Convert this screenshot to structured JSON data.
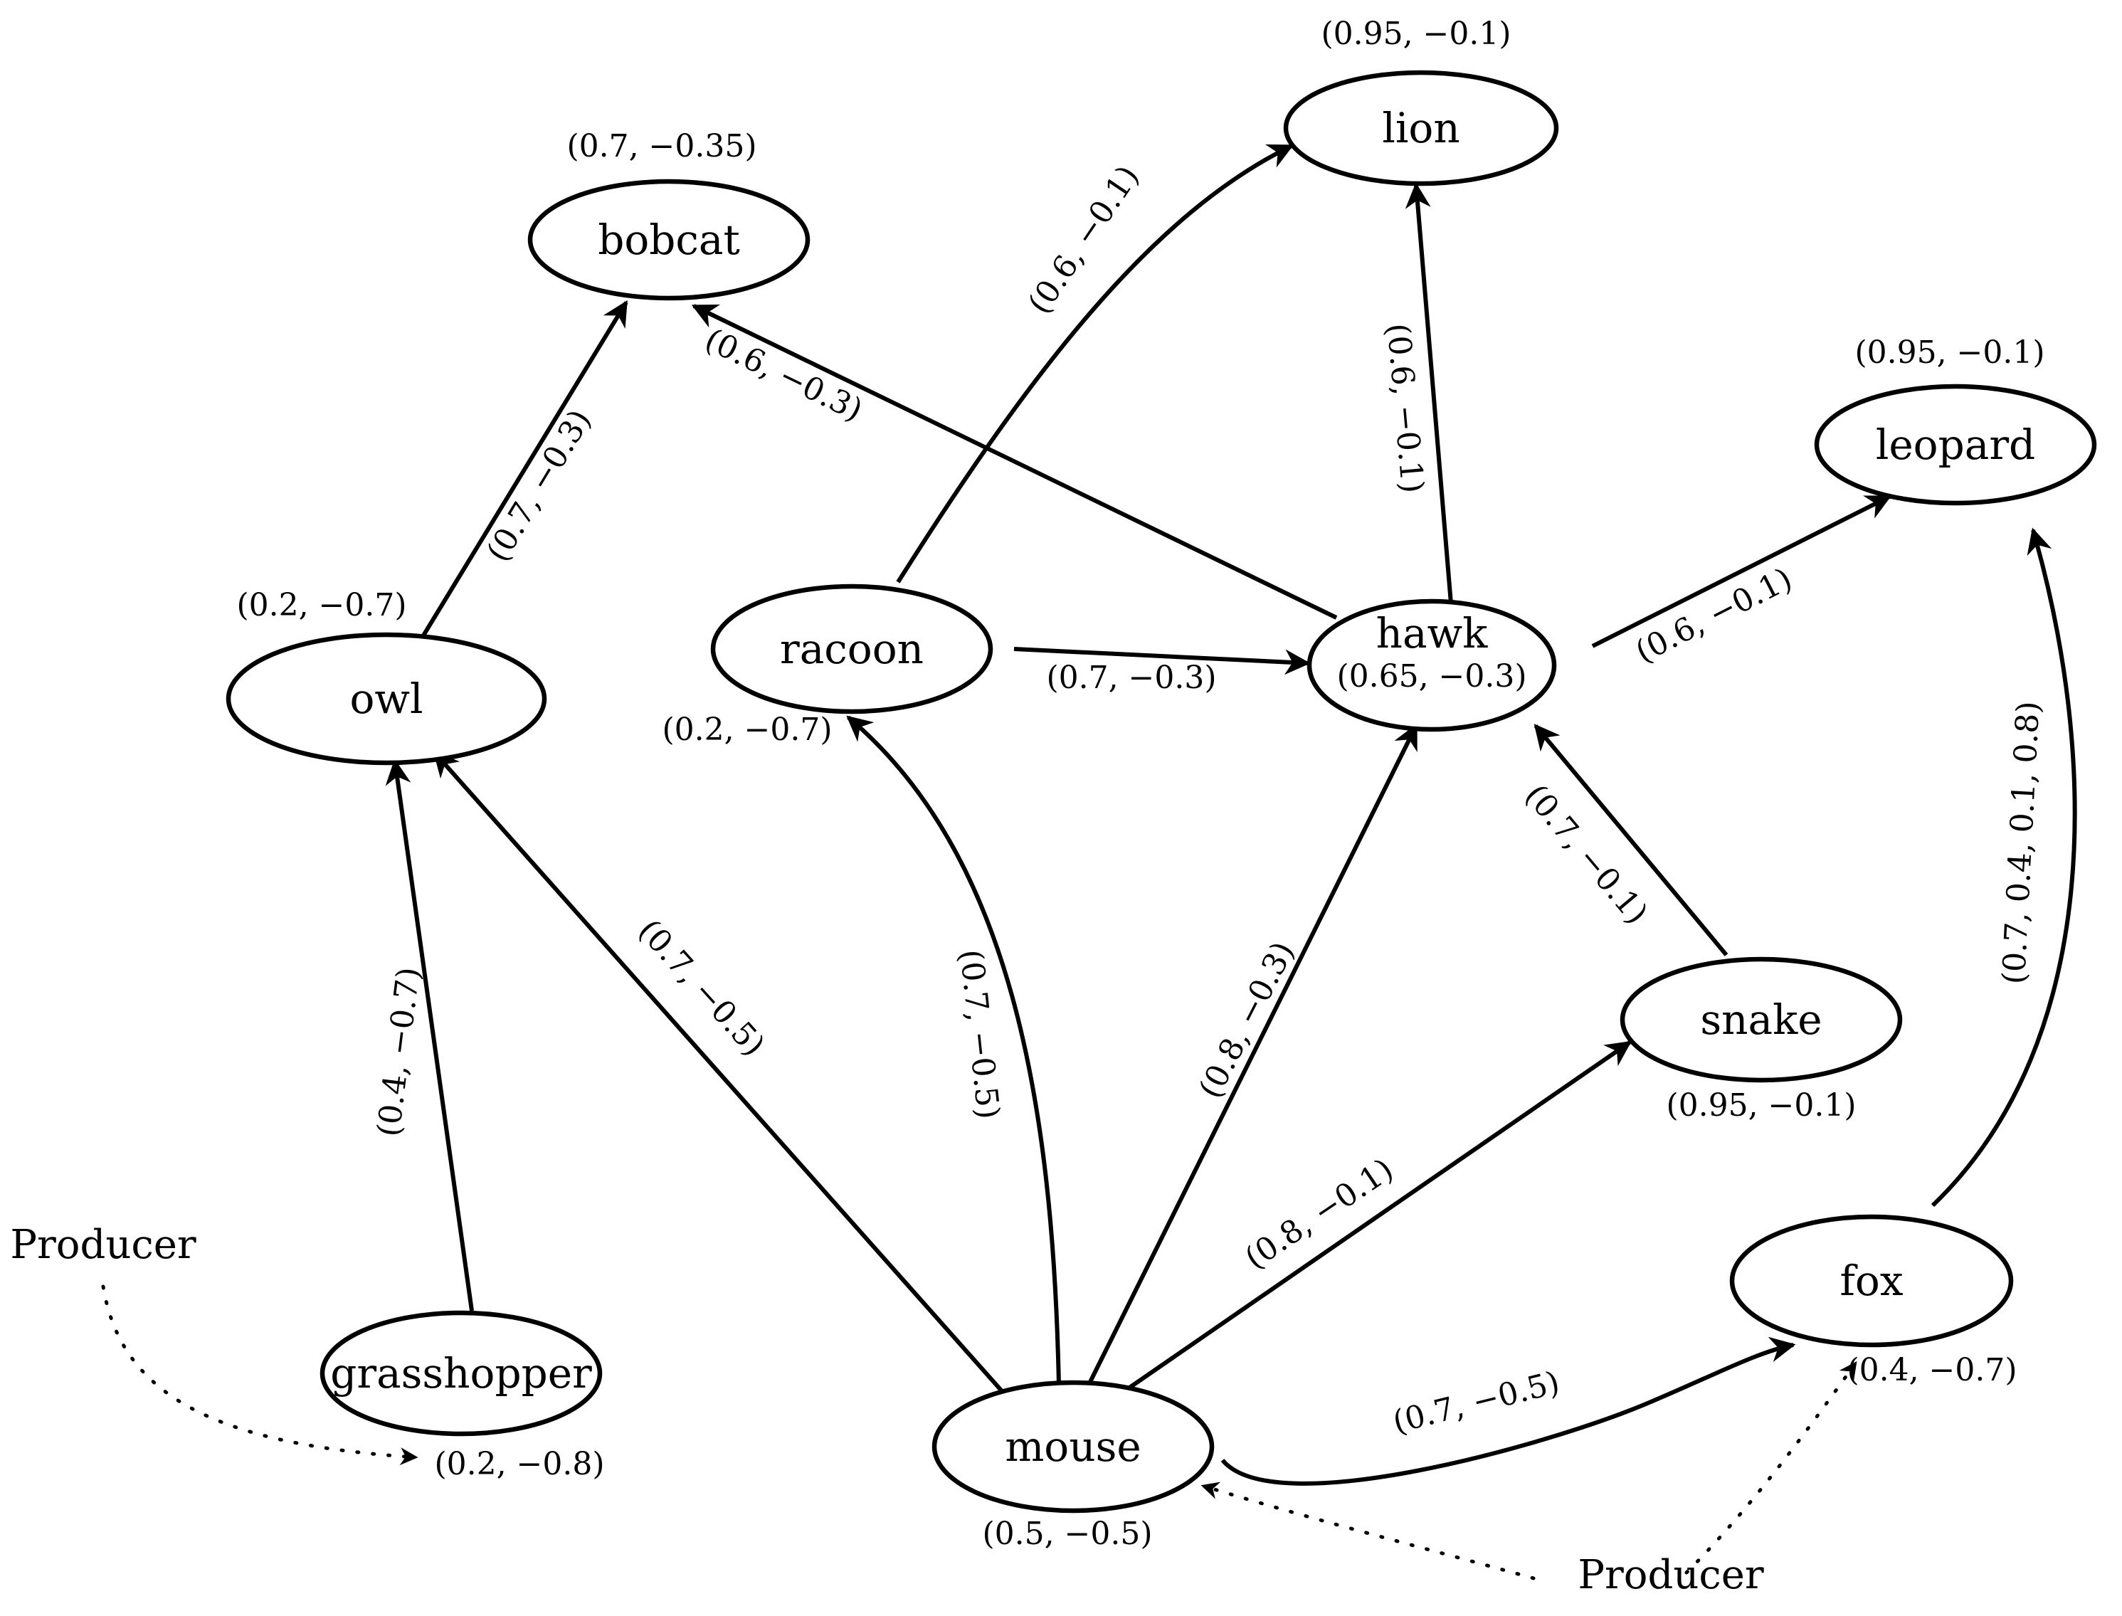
{
  "nodes": [
    {
      "id": "lion",
      "label": "lion",
      "value": "(0.95, −0.1)"
    },
    {
      "id": "bobcat",
      "label": "bobcat",
      "value": "(0.7, −0.35)"
    },
    {
      "id": "leopard",
      "label": "leopard",
      "value": "(0.95, −0.1)"
    },
    {
      "id": "owl",
      "label": "owl",
      "value": "(0.2, −0.7)"
    },
    {
      "id": "racoon",
      "label": "racoon",
      "value": "(0.2, −0.7)"
    },
    {
      "id": "hawk",
      "label": "hawk",
      "value": "(0.65, −0.3)"
    },
    {
      "id": "snake",
      "label": "snake",
      "value": "(0.95, −0.1)"
    },
    {
      "id": "fox",
      "label": "fox",
      "value": "(0.4, −0.7)"
    },
    {
      "id": "grasshopper",
      "label": "grasshopper",
      "value": "(0.2, −0.8)"
    },
    {
      "id": "mouse",
      "label": "mouse",
      "value": "(0.5, −0.5)"
    }
  ],
  "edges": [
    {
      "from": "racoon",
      "to": "lion",
      "label": "(0.6, −0.1)"
    },
    {
      "from": "hawk",
      "to": "lion",
      "label": "(0.6, −0.1)"
    },
    {
      "from": "hawk",
      "to": "bobcat",
      "label": "(0.6, −0.3)"
    },
    {
      "from": "owl",
      "to": "bobcat",
      "label": "(0.7, −0.3)"
    },
    {
      "from": "hawk",
      "to": "leopard",
      "label": "(0.6, −0.1)"
    },
    {
      "from": "racoon",
      "to": "hawk",
      "label": "(0.7, −0.3)"
    },
    {
      "from": "snake",
      "to": "hawk",
      "label": "(0.7, −0.1)"
    },
    {
      "from": "fox",
      "to": "leopard",
      "label": "(0.7, 0.4, 0.1, 0.8)"
    },
    {
      "from": "grasshopper",
      "to": "owl",
      "label": "(0.4, −0.7)"
    },
    {
      "from": "mouse",
      "to": "owl",
      "label": "(0.7, −0.5)"
    },
    {
      "from": "mouse",
      "to": "racoon",
      "label": "(0.7, −0.5)"
    },
    {
      "from": "mouse",
      "to": "hawk",
      "label": "(0.8, −0.3)"
    },
    {
      "from": "mouse",
      "to": "snake",
      "label": "(0.8, −0.1)"
    },
    {
      "from": "mouse",
      "to": "fox",
      "label": "(0.7, −0.5)"
    }
  ],
  "producers": [
    {
      "label": "Producer",
      "targets": [
        "grasshopper"
      ]
    },
    {
      "label": "Producer",
      "targets": [
        "mouse",
        "fox"
      ]
    }
  ]
}
